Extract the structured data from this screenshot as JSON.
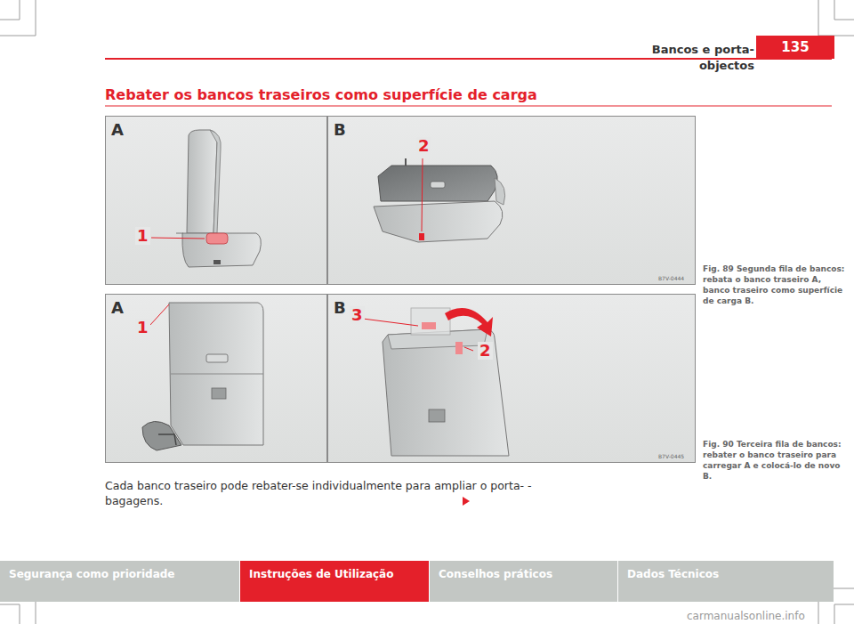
{
  "diagram": {
    "title": "Rebater os bancos traseiros como superfície de carga",
    "nodes": [
      {
        "text": [
          "135"
        ]
      },
      {
        "text": [
          "Segurança como prioridade"
        ]
      },
      {
        "text": [
          "Instruções de Utilização"
        ]
      },
      {
        "text": [
          "Conselhos práticos"
        ]
      },
      {
        "text": [
          "Dados Técnicos"
        ]
      },
      {
        "text": [
          "A"
        ]
      },
      {
        "text": [
          "B"
        ]
      },
      {
        "text": [
          "A"
        ]
      },
      {
        "text": [
          "B"
        ]
      }
    ],
    "labels": [
      "Bancos e porta-objectos",
      "1",
      "2",
      "1",
      "3",
      "2",
      "B7V-0444",
      "B7V-0445",
      "Fig. 89 Segunda fila de bancos: rebata o banco traseiro A, banco traseiro como superfície de carga B.",
      "Fig. 90 Terceira fila de bancos: rebater o banco traseiro para carregar A e colocá-lo de novo B.",
      "Cada banco traseiro pode rebater-se individualmente para ampliar o porta- -bagagens.",
      "carmanualsonline.info"
    ]
  }
}
